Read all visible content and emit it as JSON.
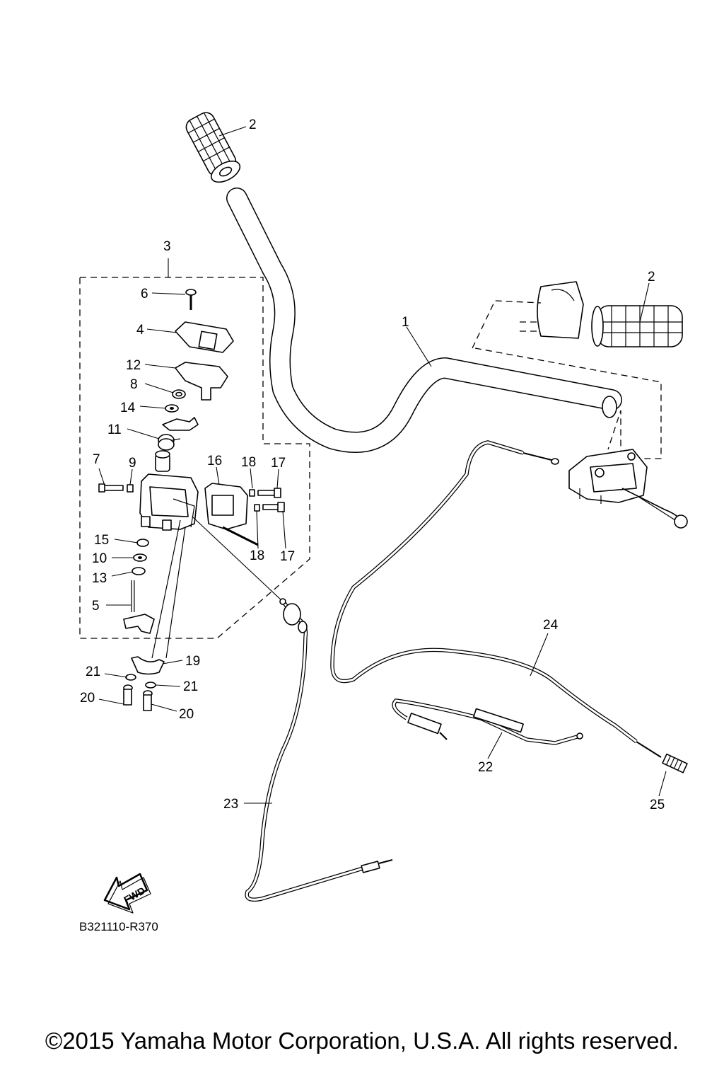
{
  "diagram": {
    "callouts": [
      {
        "id": "c2a",
        "text": "2"
      },
      {
        "id": "c2b",
        "text": "2"
      },
      {
        "id": "c3",
        "text": "3"
      },
      {
        "id": "c6",
        "text": "6"
      },
      {
        "id": "c4",
        "text": "4"
      },
      {
        "id": "c12",
        "text": "12"
      },
      {
        "id": "c8",
        "text": "8"
      },
      {
        "id": "c14",
        "text": "14"
      },
      {
        "id": "c11",
        "text": "11"
      },
      {
        "id": "c7",
        "text": "7"
      },
      {
        "id": "c9",
        "text": "9"
      },
      {
        "id": "c16",
        "text": "16"
      },
      {
        "id": "c18a",
        "text": "18"
      },
      {
        "id": "c17a",
        "text": "17"
      },
      {
        "id": "c15",
        "text": "15"
      },
      {
        "id": "c10",
        "text": "10"
      },
      {
        "id": "c13",
        "text": "13"
      },
      {
        "id": "c18b",
        "text": "18"
      },
      {
        "id": "c17b",
        "text": "17"
      },
      {
        "id": "c5",
        "text": "5"
      },
      {
        "id": "c1",
        "text": "1"
      },
      {
        "id": "c19",
        "text": "19"
      },
      {
        "id": "c21a",
        "text": "21"
      },
      {
        "id": "c21b",
        "text": "21"
      },
      {
        "id": "c20a",
        "text": "20"
      },
      {
        "id": "c20b",
        "text": "20"
      },
      {
        "id": "c24",
        "text": "24"
      },
      {
        "id": "c22",
        "text": "22"
      },
      {
        "id": "c25",
        "text": "25"
      },
      {
        "id": "c23",
        "text": "23"
      }
    ],
    "fwd_label": "FWD",
    "diagram_code": "B321110-R370"
  },
  "footer": {
    "copyright": "©2015 Yamaha Motor Corporation, U.S.A. All rights reserved."
  }
}
